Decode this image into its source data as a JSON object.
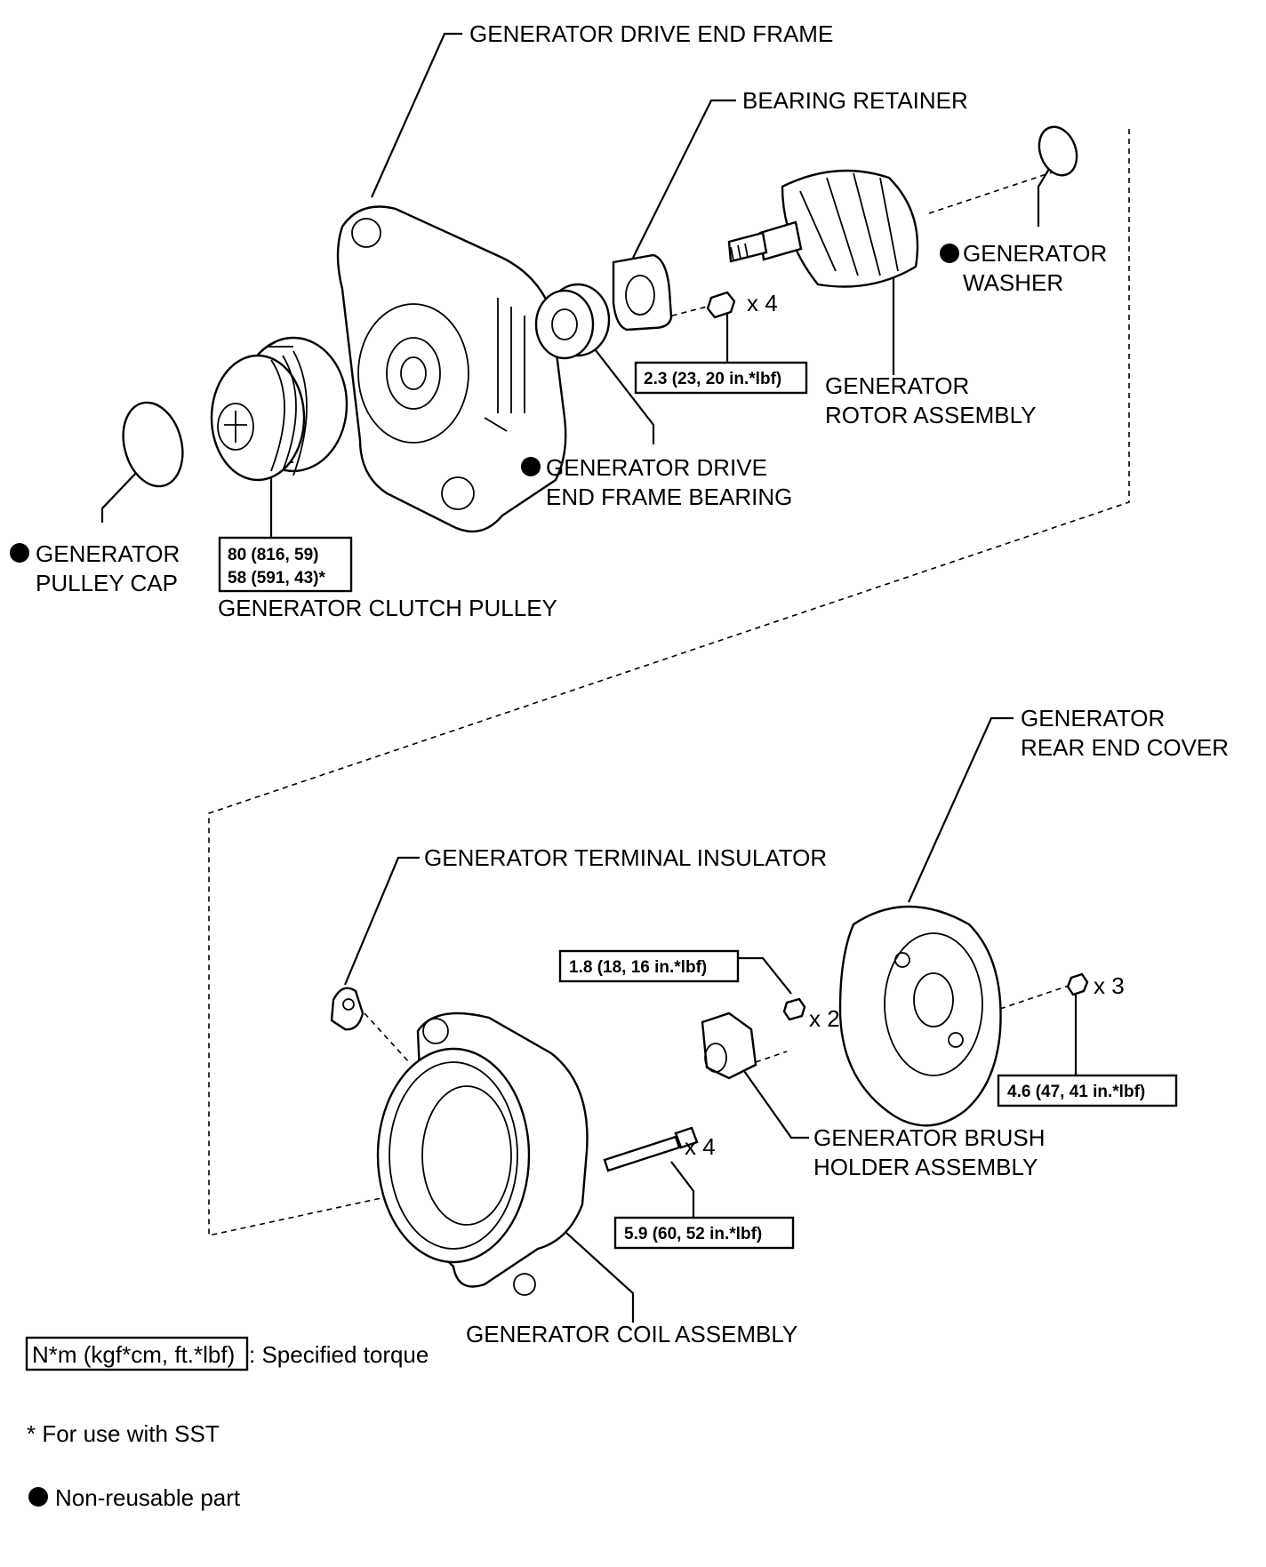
{
  "labels": {
    "drive_end_frame": "GENERATOR DRIVE END FRAME",
    "bearing_retainer": "BEARING RETAINER",
    "washer_1": "GENERATOR",
    "washer_2": "WASHER",
    "rotor_1": "GENERATOR",
    "rotor_2": "ROTOR ASSEMBLY",
    "bearing_1": "GENERATOR DRIVE",
    "bearing_2": "END FRAME BEARING",
    "pulley_cap_1": "GENERATOR",
    "pulley_cap_2": "PULLEY CAP",
    "clutch_pulley": "GENERATOR CLUTCH PULLEY",
    "rear_cover_1": "GENERATOR",
    "rear_cover_2": "REAR END COVER",
    "terminal_insulator": "GENERATOR TERMINAL INSULATOR",
    "brush_holder_1": "GENERATOR BRUSH",
    "brush_holder_2": "HOLDER ASSEMBLY",
    "coil_assembly": "GENERATOR COIL ASSEMBLY"
  },
  "quantities": {
    "retainer_screws": "x 4",
    "brush_screws": "x 2",
    "cover_nuts": "x 3",
    "through_bolts": "x 4"
  },
  "torques": {
    "retainer": "2.3 (23, 20 in.*lbf)",
    "pulley_1": "80 (816, 59)",
    "pulley_2": "58 (591, 43)*",
    "brush_holder": "1.8 (18, 16 in.*lbf)",
    "rear_cover": "4.6 (47, 41 in.*lbf)",
    "through_bolt": "5.9 (60, 52 in.*lbf)"
  },
  "legend": {
    "torque_unit": "N*m (kgf*cm, ft.*lbf)",
    "torque_desc": ": Specified torque",
    "sst_note": "* For use with SST",
    "nonreusable": "Non-reusable part"
  }
}
